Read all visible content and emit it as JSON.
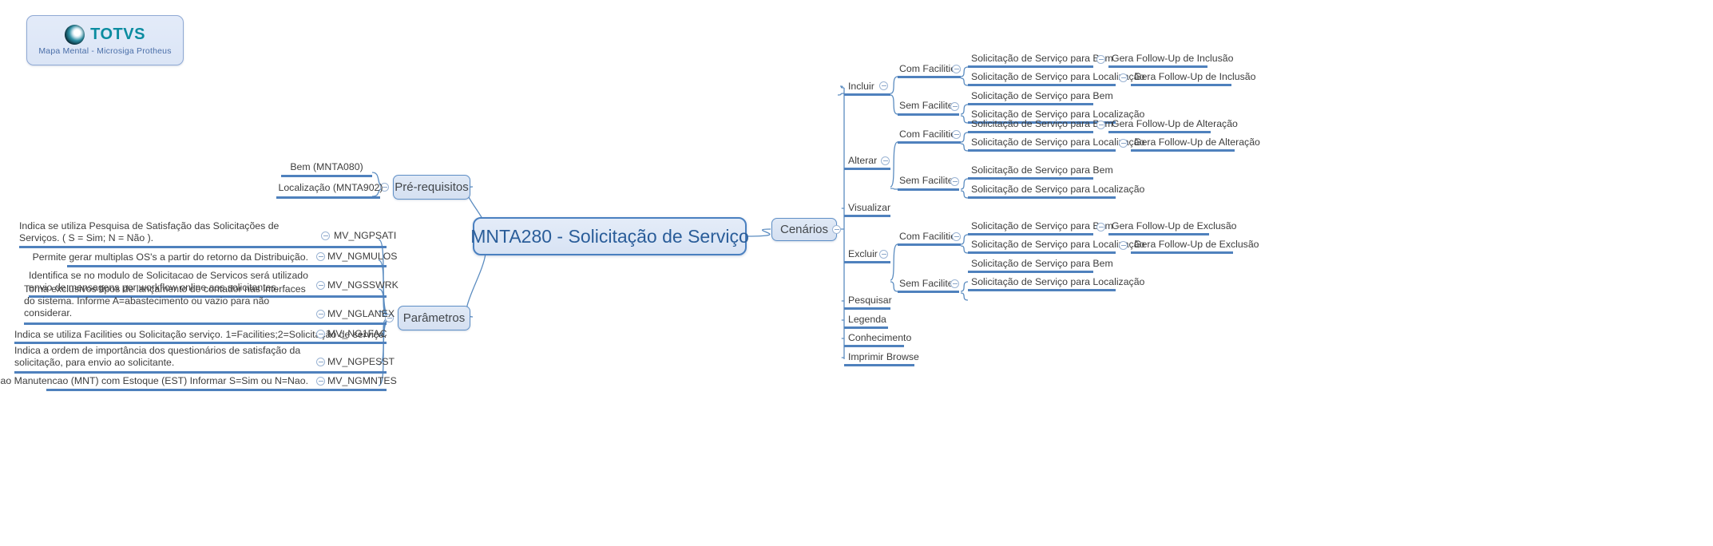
{
  "brand": {
    "logo_icon": "totvs-orb-icon",
    "word": "TOTVS",
    "subtitle": "Mapa Mental - Microsiga Protheus"
  },
  "colors": {
    "node_fill": "#dce6f1",
    "node_border": "#5f8fc6",
    "root_border": "#4a80c0",
    "root_text": "#2a5d99",
    "branch_line": "#5b8cc0",
    "underline": "#4f81bd",
    "text": "#3d3d3d",
    "brand_teal": "#0b8ca0",
    "brand_blue": "#4a6fa8"
  },
  "root": {
    "label": "MNTA280 - Solicitação de Serviço"
  },
  "branches": {
    "pre_requisitos": {
      "label": "Pré-requisitos",
      "children": [
        {
          "label": "Bem (MNTA080)"
        },
        {
          "label": "Localização (MNTA902)"
        }
      ]
    },
    "parametros": {
      "label": "Parâmetros",
      "children": [
        {
          "description": "Indica se utiliza Pesquisa de Satisfação das Solicitações de Serviços. ( S = Sim; N = Não ).",
          "code": "MV_NGPSATI"
        },
        {
          "description": "Permite gerar multiplas OS's a partir do retorno da Distribuição.",
          "code": "MV_NGMULOS"
        },
        {
          "description": "Identifica se no modulo de Solicitacao de Servicos será utilizado envio de mensagens por workflow online aos solicitantes.",
          "code": "MV_NGSSWRK"
        },
        {
          "description": "Torna exclusivos tipos de lançamento de contador  nas interfaces do sistema. Informe A=abastecimento ou vazio para não considerar.",
          "code": "MV_NGLANEX"
        },
        {
          "description": "Indica se utiliza Facilities ou Solicitação  serviço. 1=Facilities;2=Solicitação de serviço.",
          "code": "MV_NG1FAC"
        },
        {
          "description": "Indica a ordem de importância dos questionários de satisfação da solicitação, para envio ao solicitante.",
          "code": "MV_NGPESST"
        },
        {
          "description": "Integracao Manutencao (MNT) com Estoque (EST) Informar S=Sim ou N=Nao.",
          "code": "MV_NGMNTES"
        }
      ]
    },
    "cenarios": {
      "label": "Cenários",
      "children": [
        {
          "label": "Incluir",
          "groups": [
            {
              "label": "Com Facilities",
              "items": [
                {
                  "label": "Solicitação de Serviço para Bem",
                  "followup": "Gera Follow-Up de Inclusão"
                },
                {
                  "label": "Solicitação de Serviço para Localização",
                  "followup": "Gera Follow-Up de Inclusão"
                }
              ]
            },
            {
              "label": "Sem Facilites",
              "items": [
                {
                  "label": "Solicitação de Serviço para Bem",
                  "followup": ""
                },
                {
                  "label": "Solicitação de Serviço para Localização",
                  "followup": ""
                }
              ]
            }
          ]
        },
        {
          "label": "Alterar",
          "groups": [
            {
              "label": "Com Facilities",
              "items": [
                {
                  "label": "Solicitação de Serviço para Bem",
                  "followup": "Gera Follow-Up de Alteração"
                },
                {
                  "label": "Solicitação de Serviço para Localização",
                  "followup": "Gera Follow-Up de Alteração"
                }
              ]
            },
            {
              "label": "Sem Facilites",
              "items": [
                {
                  "label": "Solicitação de Serviço para Bem",
                  "followup": ""
                },
                {
                  "label": "Solicitação de Serviço para Localização",
                  "followup": ""
                }
              ]
            }
          ]
        },
        {
          "label": "Visualizar",
          "groups": []
        },
        {
          "label": "Excluir",
          "groups": [
            {
              "label": "Com Facilities",
              "items": [
                {
                  "label": "Solicitação de Serviço para Bem",
                  "followup": "Gera Follow-Up de Exclusão"
                },
                {
                  "label": "Solicitação de Serviço para Localização",
                  "followup": "Gera Follow-Up de Exclusão"
                }
              ]
            },
            {
              "label": "Sem Facilites",
              "items": [
                {
                  "label": "Solicitação de Serviço para Bem",
                  "followup": ""
                },
                {
                  "label": "Solicitação de Serviço para Localização",
                  "followup": ""
                }
              ]
            }
          ]
        },
        {
          "label": "Pesquisar",
          "groups": []
        },
        {
          "label": "Legenda",
          "groups": []
        },
        {
          "label": "Conhecimento",
          "groups": []
        },
        {
          "label": "Imprimir Browse",
          "groups": []
        }
      ]
    }
  }
}
